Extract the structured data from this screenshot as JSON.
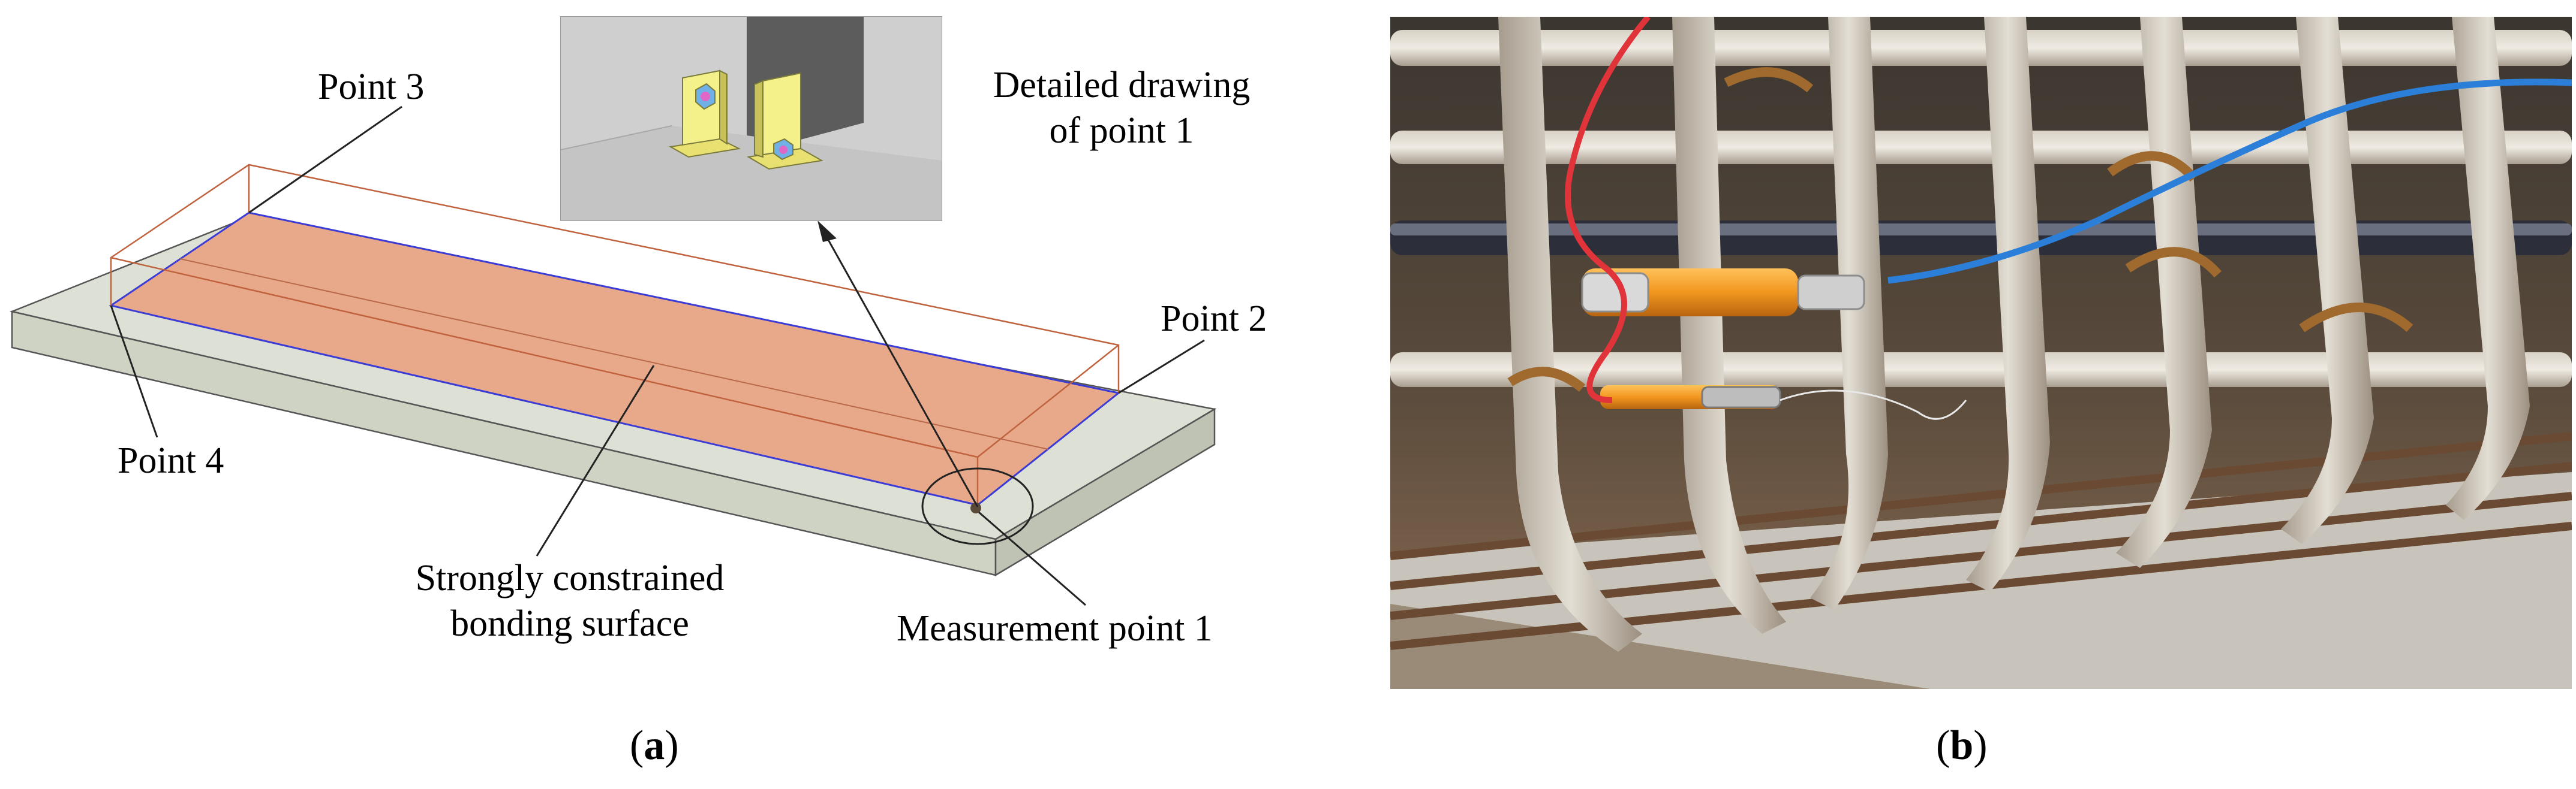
{
  "panel_a": {
    "labels": {
      "point3": "Point 3",
      "point2": "Point 2",
      "point4": "Point 4",
      "detail_line1": "Detailed drawing",
      "detail_line2": "of point 1",
      "surface_line1": "Strongly constrained",
      "surface_line2": "bonding surface",
      "measurement": "Measurement point 1"
    },
    "caption_letter": "a"
  },
  "panel_b": {
    "caption_letter": "b"
  },
  "colors": {
    "slab_top": "#dde0d4",
    "slab_side": "#cfd3c4",
    "bonding_surface": "#e8a98a",
    "outline_box": "#c0623e",
    "surface_edge": "#3b3bd6",
    "detail_bg": "#d6d6d6",
    "bracket": "#f4f08a",
    "cable_red": "#e0333a",
    "cable_blue": "#2c7fd8",
    "sensor_orange": "#f1961e"
  }
}
